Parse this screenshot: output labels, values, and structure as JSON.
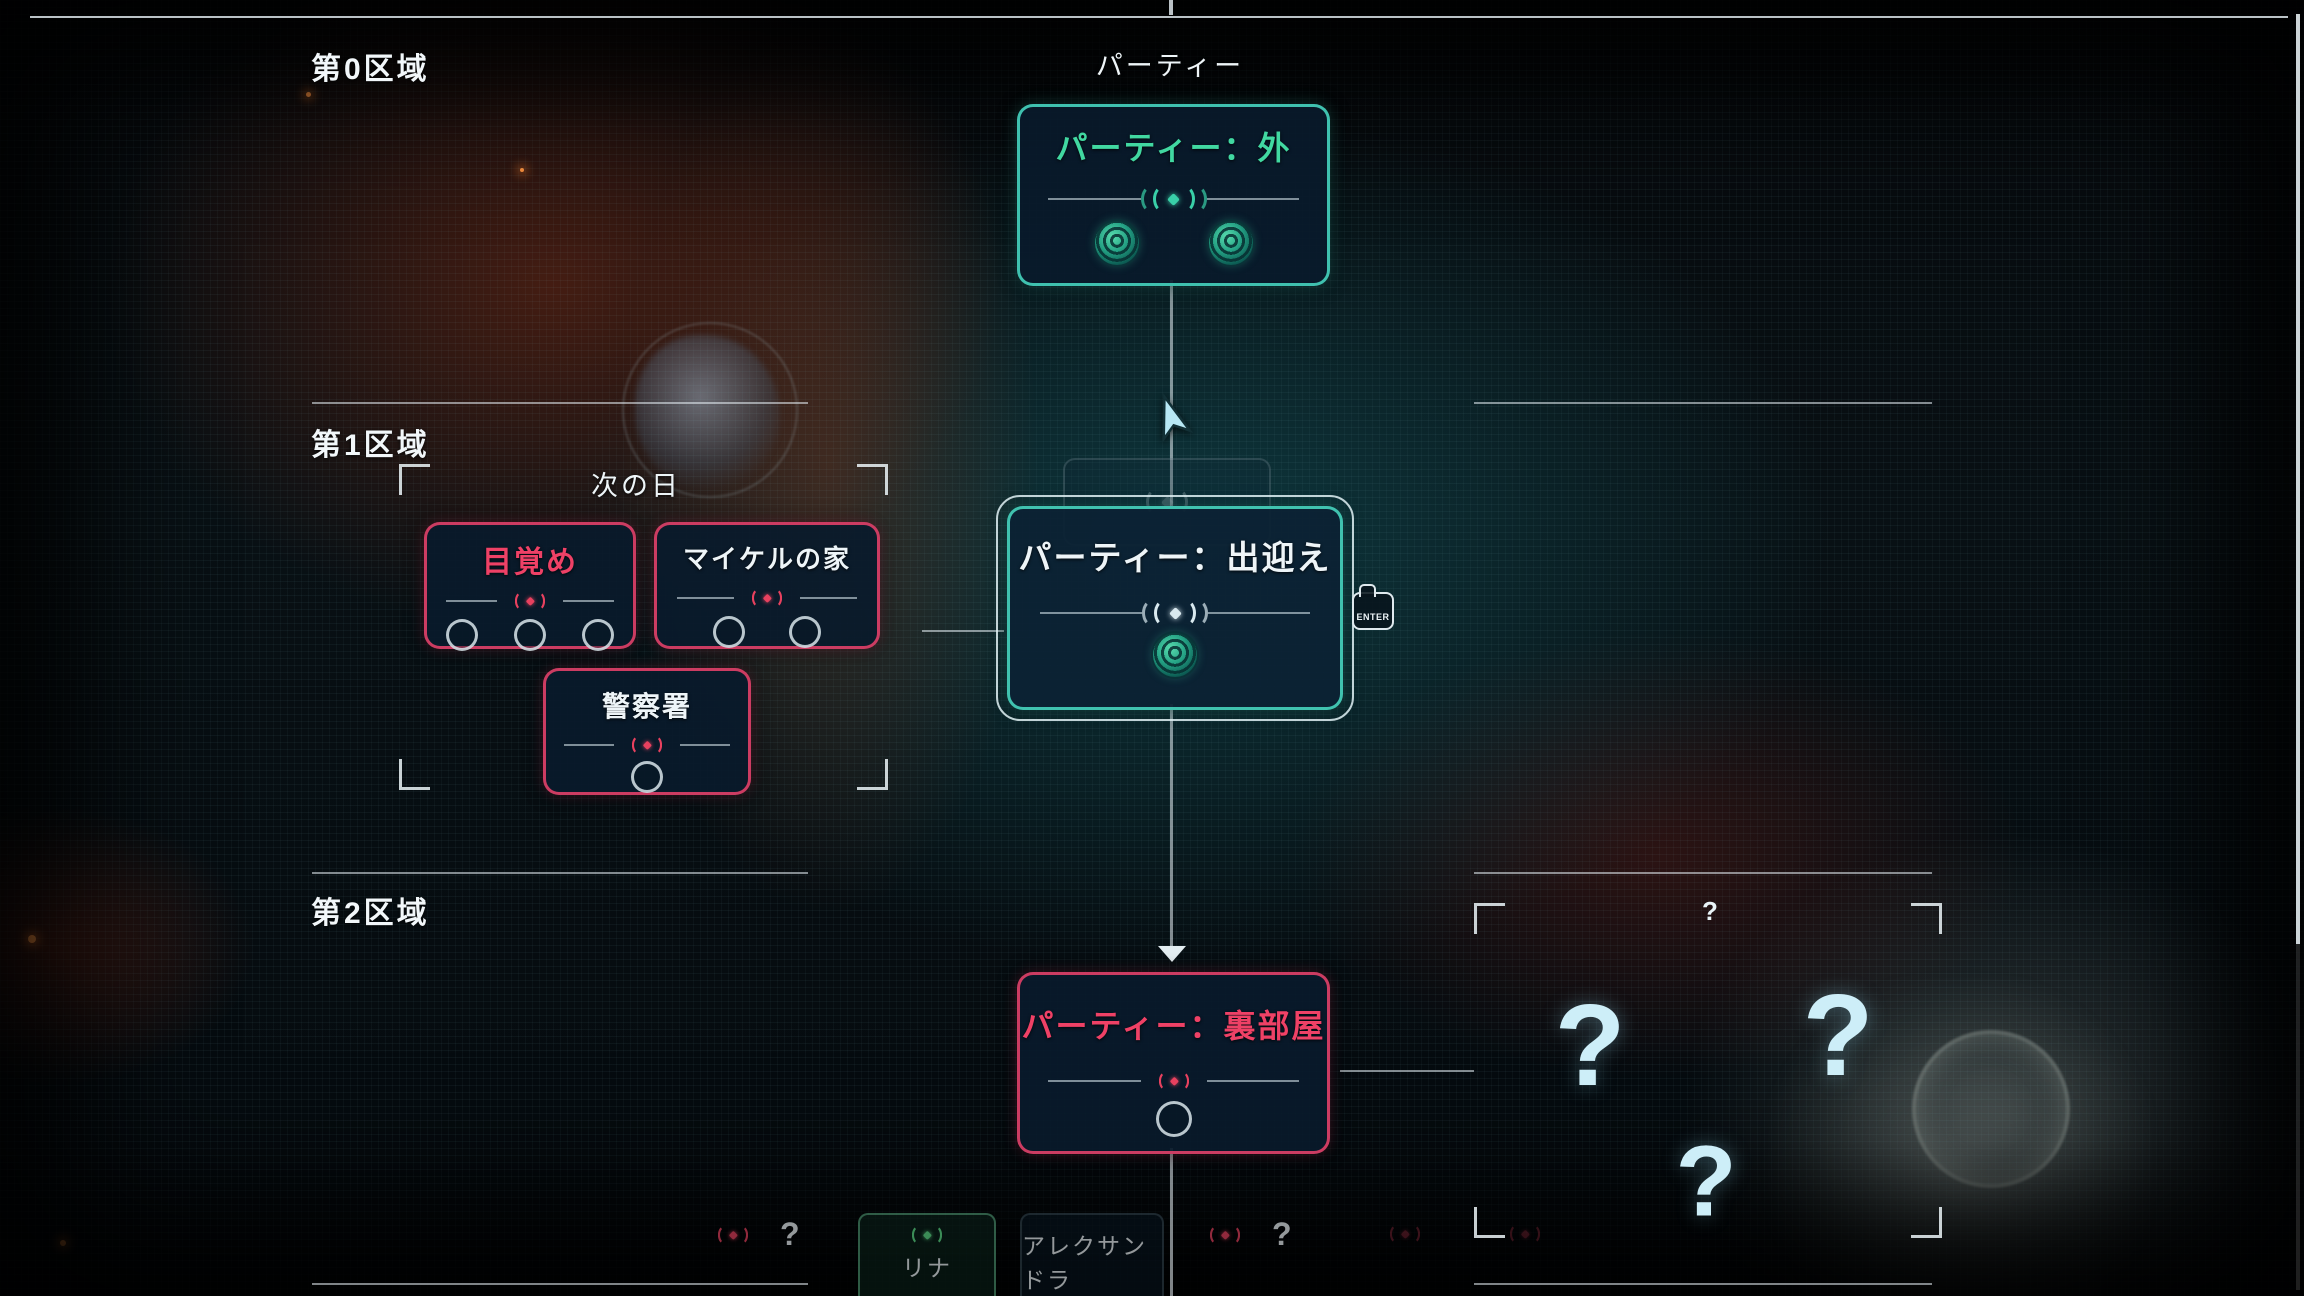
{
  "colors": {
    "accent_teal": "#41d8a1",
    "accent_pink": "#ef4166",
    "text_white": "#eef5f8",
    "unknown_cyan": "#cdeef8",
    "node_fill": "#091a2b"
  },
  "labels": {
    "zone0": "第0区域",
    "top_party": "パーティー",
    "zone1": "第1区域",
    "next_day": "次の日",
    "zone2": "第2区域"
  },
  "nodes": {
    "party_outside": {
      "title": "パーティー：外"
    },
    "awakening": {
      "title": "目覚め"
    },
    "michaels_house": {
      "title": "マイケルの家"
    },
    "police_station": {
      "title": "警察署"
    },
    "party_welcome": {
      "title": "パーティー：出迎え"
    },
    "party_backroom": {
      "title": "パーティー：裏部屋"
    }
  },
  "enter_key": "ENTER",
  "unknown": {
    "small": "?",
    "big": [
      "?",
      "?",
      "?"
    ]
  },
  "bottom_row": {
    "question_left": "?",
    "lina": "リナ",
    "alexandra": "アレクサンドラ",
    "question_right": "?"
  }
}
